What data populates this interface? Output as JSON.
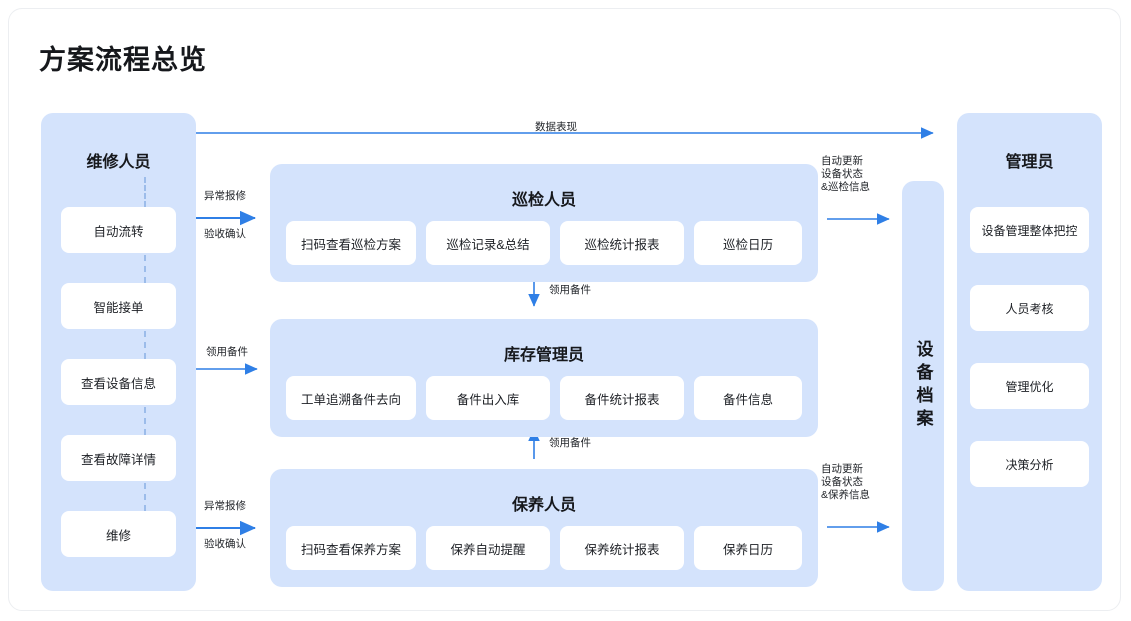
{
  "page": {
    "title": "方案流程总览"
  },
  "left_column": {
    "title": "维修人员",
    "items": [
      {
        "label": "自动流转"
      },
      {
        "label": "智能接单"
      },
      {
        "label": "查看设备信息"
      },
      {
        "label": "查看故障详情"
      },
      {
        "label": "维修"
      }
    ]
  },
  "rows": [
    {
      "id": "inspect",
      "title": "巡检人员",
      "items": [
        {
          "label": "扫码查看巡检方案"
        },
        {
          "label": "巡检记录&总结"
        },
        {
          "label": "巡检统计报表"
        },
        {
          "label": "巡检日历"
        }
      ]
    },
    {
      "id": "stock",
      "title": "库存管理员",
      "items": [
        {
          "label": "工单追溯备件去向"
        },
        {
          "label": "备件出入库"
        },
        {
          "label": "备件统计报表"
        },
        {
          "label": "备件信息"
        }
      ]
    },
    {
      "id": "maint",
      "title": "保养人员",
      "items": [
        {
          "label": "扫码查看保养方案"
        },
        {
          "label": "保养自动提醒"
        },
        {
          "label": "保养统计报表"
        },
        {
          "label": "保养日历"
        }
      ]
    }
  ],
  "archive": {
    "label": "设备档案"
  },
  "right_column": {
    "title": "管理员",
    "items": [
      {
        "label": "设备管理整体把控"
      },
      {
        "label": "人员考核"
      },
      {
        "label": "管理优化"
      },
      {
        "label": "决策分析"
      }
    ]
  },
  "connectors": {
    "data_performance": "数据表现",
    "inspect_repair_top": "异常报修",
    "inspect_accept_bottom": "验收确认",
    "maint_repair_top": "异常报修",
    "maint_accept_bottom": "验收确认",
    "parts_request_left": "领用备件",
    "parts_request_down": "领用备件",
    "parts_request_up": "领用备件",
    "auto_update_inspect_l1": "自动更新",
    "auto_update_inspect_l2": "设备状态",
    "auto_update_inspect_l3": "&巡检信息",
    "auto_update_maint_l1": "自动更新",
    "auto_update_maint_l2": "设备状态",
    "auto_update_maint_l3": "&保养信息"
  },
  "colors": {
    "panel_blue": "#d4e3fc",
    "chip_white": "#ffffff",
    "arrow_blue": "#2f7fe6",
    "dash_blue": "#9cbcea",
    "text_dark": "#16181c",
    "page_bg": "#ffffff"
  }
}
